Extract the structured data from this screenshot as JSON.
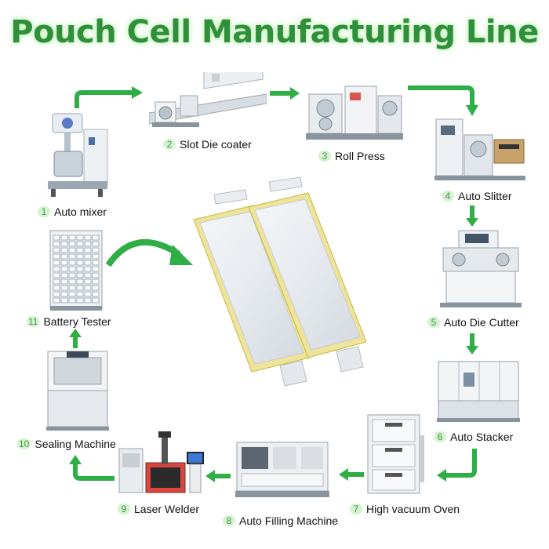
{
  "title": "Pouch Cell Manufacturing Line",
  "colors": {
    "arrow": "#2fae45",
    "title": "#2f8f3a",
    "number_badge": "#d7f2d3",
    "cell_edge": "#e6d84a"
  },
  "steps": [
    {
      "num": "1",
      "label": "Auto mixer"
    },
    {
      "num": "2",
      "label": "Slot Die coater"
    },
    {
      "num": "3",
      "label": "Roll Press"
    },
    {
      "num": "4",
      "label": "Auto Slitter"
    },
    {
      "num": "5",
      "label": "Auto Die Cutter"
    },
    {
      "num": "6",
      "label": "Auto Stacker"
    },
    {
      "num": "7",
      "label": "High vacuum Oven"
    },
    {
      "num": "8",
      "label": "Auto Filling Machine"
    },
    {
      "num": "9",
      "label": "Laser Welder"
    },
    {
      "num": "10",
      "label": "Sealing Machine"
    },
    {
      "num": "11",
      "label": "Battery Tester"
    }
  ]
}
